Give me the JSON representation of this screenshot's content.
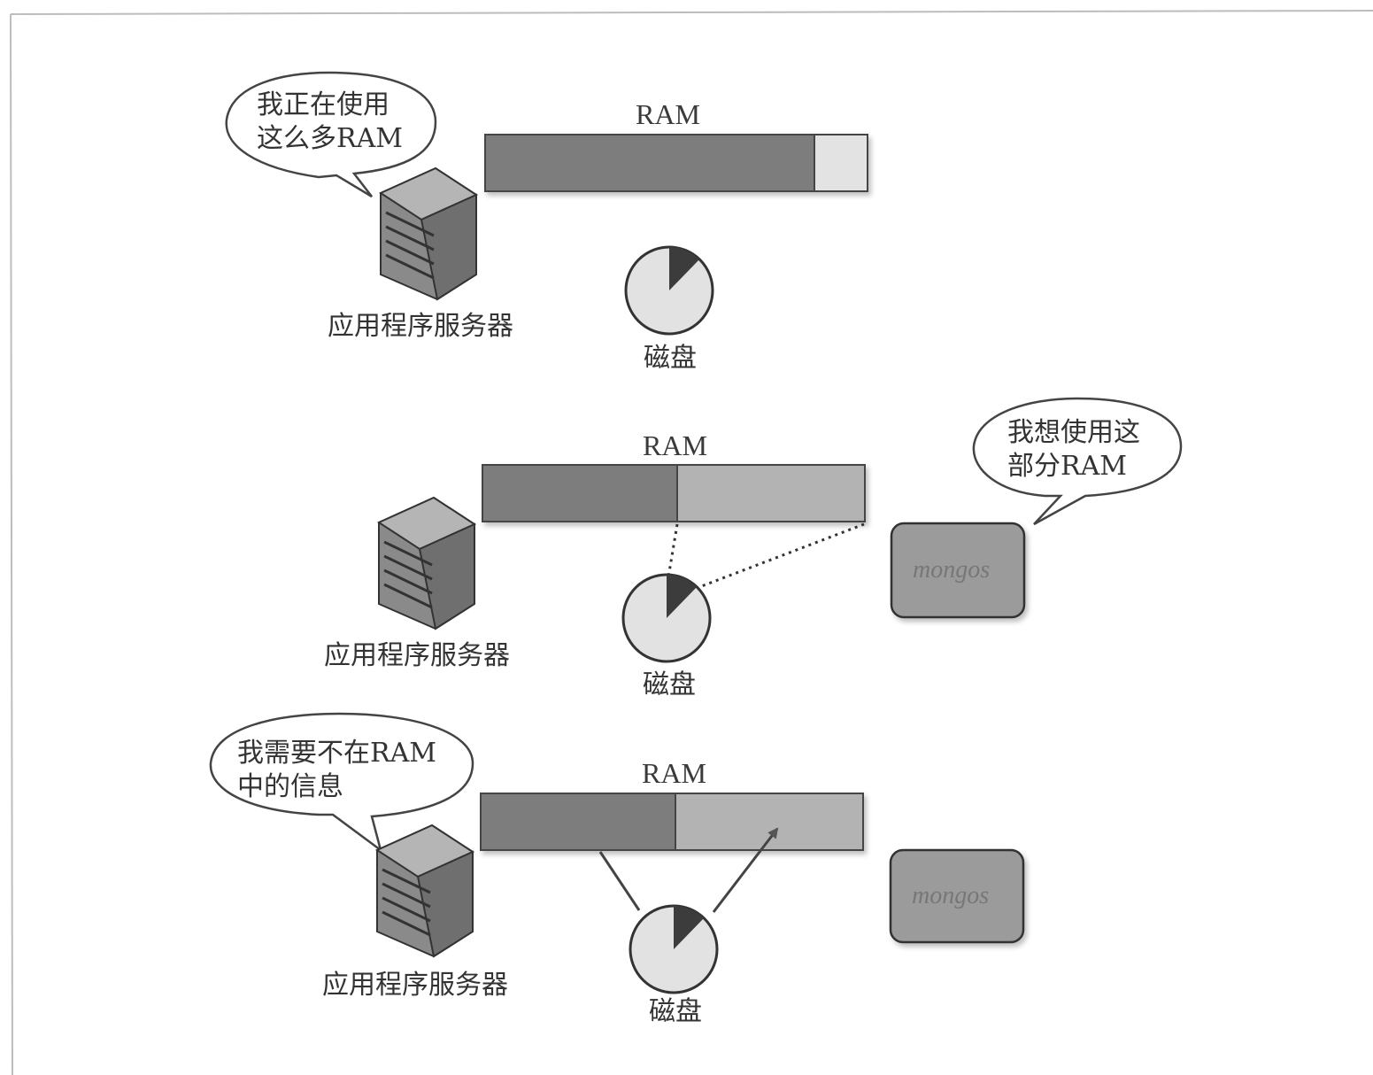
{
  "colors": {
    "ram_used": "#7d7d7d",
    "ram_free_light": "#e3e3e3",
    "ram_free_mid": "#b3b3b3",
    "disk_fill": "#e2e2e2",
    "disk_wedge": "#3c3c3c",
    "mongos_fill": "#9b9b9b",
    "frame": "#bdbdbd"
  },
  "labels": {
    "ram": "RAM",
    "server": "应用程序服务器",
    "disk": "磁盘",
    "mongos": "mongos"
  },
  "panels": [
    {
      "ram_used_fraction": 0.86,
      "bubble": {
        "speaker": "server",
        "lines": [
          "我正在使用",
          "这么多RAM"
        ]
      },
      "has_mongos": false,
      "connector": "none"
    },
    {
      "ram_used_fraction": 0.51,
      "bubble": {
        "speaker": "mongos",
        "lines": [
          "我想使用这",
          "部分RAM"
        ]
      },
      "has_mongos": true,
      "connector": "dotted"
    },
    {
      "ram_used_fraction": 0.51,
      "bubble": {
        "speaker": "server",
        "lines": [
          "我需要不在RAM",
          "中的信息"
        ]
      },
      "has_mongos": true,
      "connector": "arrows"
    }
  ]
}
